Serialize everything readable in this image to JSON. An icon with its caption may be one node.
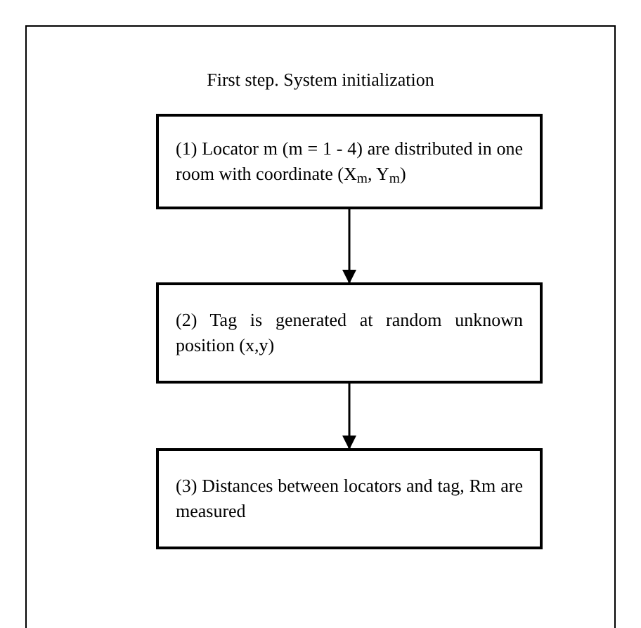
{
  "diagram": {
    "nodes": [
      {
        "text": [
          "First step. System initialization"
        ]
      },
      {
        "text": [
          "(1) Locator m (m = 1 - 4) are distributed in one room with coordinate (X$_{m}$, Y$_{m}$)"
        ],
        "in": 0
      },
      {
        "text": [
          "(2) Tag is generated at random unknown position (x,y)"
        ],
        "in": 0
      },
      {
        "text": [
          "(3) Distances between locators and tag, Rm are measured"
        ],
        "in": 0
      }
    ],
    "edges": [
      {
        "from": 1,
        "to": 2,
        "arrow": "to"
      },
      {
        "from": 2,
        "to": 3,
        "arrow": "to"
      }
    ]
  }
}
